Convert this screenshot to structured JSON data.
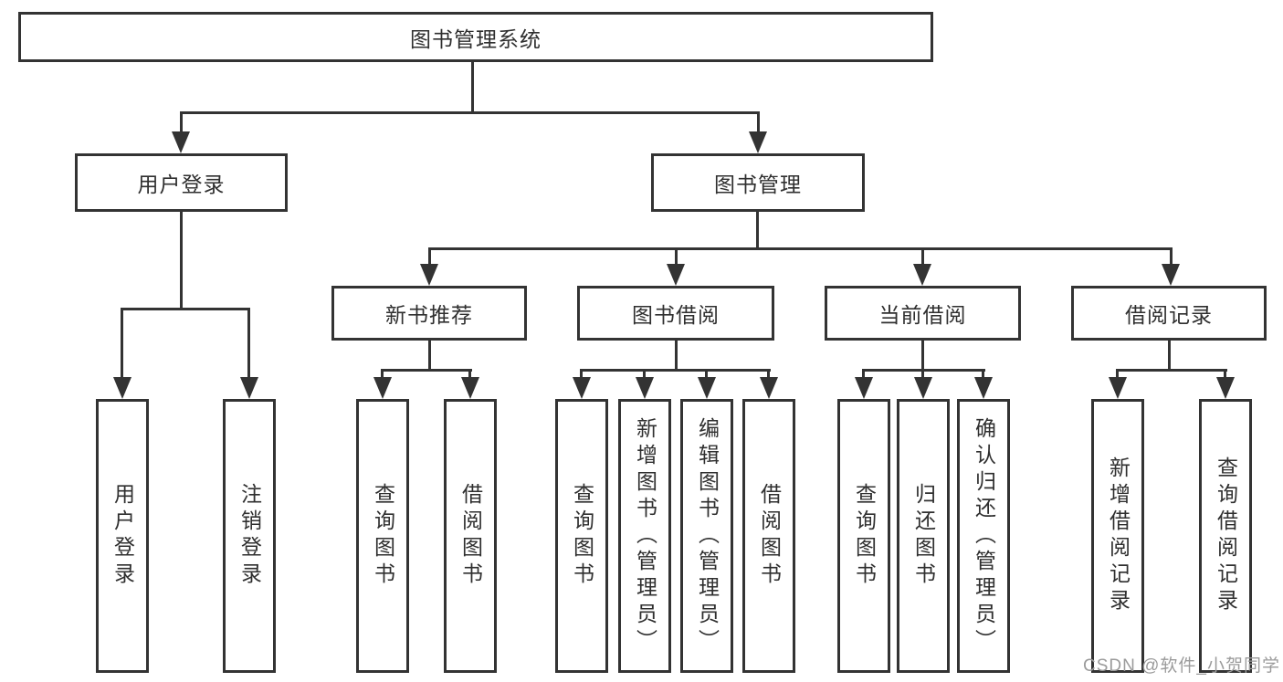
{
  "diagram": {
    "root": {
      "label": "图书管理系统",
      "children": [
        {
          "label": "用户登录",
          "children": [
            {
              "label": "用户登录"
            },
            {
              "label": "注销登录"
            }
          ]
        },
        {
          "label": "图书管理",
          "children": [
            {
              "label": "新书推荐",
              "children": [
                {
                  "label": "查询图书"
                },
                {
                  "label": "借阅图书"
                }
              ]
            },
            {
              "label": "图书借阅",
              "children": [
                {
                  "label": "查询图书"
                },
                {
                  "label": "新增图书（管理员）"
                },
                {
                  "label": "编辑图书（管理员）"
                },
                {
                  "label": "借阅图书"
                }
              ]
            },
            {
              "label": "当前借阅",
              "children": [
                {
                  "label": "查询图书"
                },
                {
                  "label": "归还图书"
                },
                {
                  "label": "确认归还（管理员）"
                }
              ]
            },
            {
              "label": "借阅记录",
              "children": [
                {
                  "label": "新增借阅记录"
                },
                {
                  "label": "查询借阅记录"
                }
              ]
            }
          ]
        }
      ]
    }
  },
  "watermark": {
    "text": "CSDN @软件_小贺同学"
  },
  "colors": {
    "line": "#333333",
    "text": "#2f2f2f",
    "background": "#ffffff",
    "watermark": "#9b9b9b"
  }
}
